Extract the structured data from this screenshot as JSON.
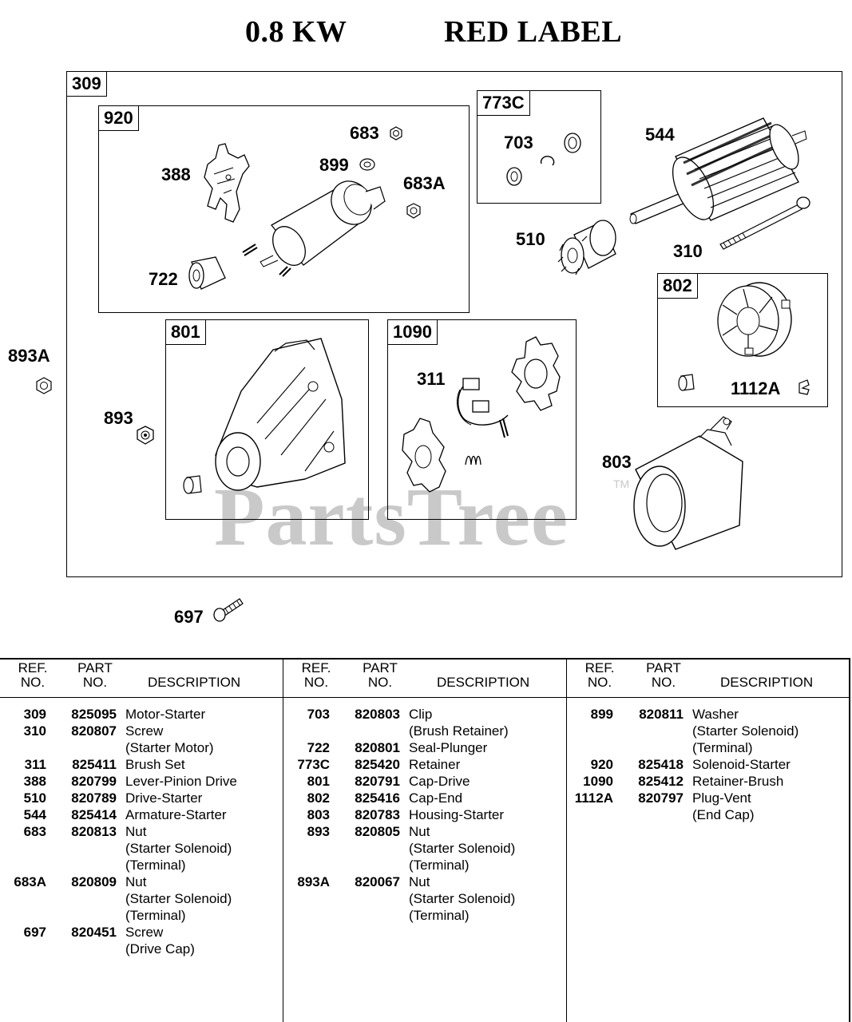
{
  "header": {
    "kw": "0.8 KW",
    "label": "RED LABEL"
  },
  "diagram": {
    "tags": {
      "t309": "309",
      "t920": "920",
      "t773c": "773C",
      "t801": "801",
      "t1090": "1090",
      "t802": "802"
    },
    "labels": {
      "l683": "683",
      "l899": "899",
      "l683a": "683A",
      "l388": "388",
      "l722": "722",
      "l703": "703",
      "l544": "544",
      "l510": "510",
      "l310": "310",
      "l893a": "893A",
      "l893": "893",
      "l311": "311",
      "l1112a": "1112A",
      "l803": "803",
      "l697": "697"
    },
    "watermark": "PartsTree",
    "trademark": "TM"
  },
  "table": {
    "headers": {
      "ref1": "REF.",
      "ref2": "NO.",
      "part1": "PART",
      "part2": "NO.",
      "desc": "DESCRIPTION"
    },
    "columns": [
      [
        {
          "ref": "309",
          "part": "825095",
          "desc": [
            "Motor-Starter"
          ]
        },
        {
          "ref": "310",
          "part": "820807",
          "desc": [
            "Screw",
            "(Starter Motor)"
          ]
        },
        {
          "ref": "311",
          "part": "825411",
          "desc": [
            "Brush Set"
          ]
        },
        {
          "ref": "388",
          "part": "820799",
          "desc": [
            "Lever-Pinion Drive"
          ]
        },
        {
          "ref": "510",
          "part": "820789",
          "desc": [
            "Drive-Starter"
          ]
        },
        {
          "ref": "544",
          "part": "825414",
          "desc": [
            "Armature-Starter"
          ]
        },
        {
          "ref": "683",
          "part": "820813",
          "desc": [
            "Nut",
            "(Starter Solenoid)",
            "(Terminal)"
          ]
        },
        {
          "ref": "683A",
          "part": "820809",
          "desc": [
            "Nut",
            "(Starter Solenoid)",
            "(Terminal)"
          ]
        },
        {
          "ref": "697",
          "part": "820451",
          "desc": [
            "Screw",
            "(Drive Cap)"
          ]
        }
      ],
      [
        {
          "ref": "703",
          "part": "820803",
          "desc": [
            "Clip",
            "(Brush Retainer)"
          ]
        },
        {
          "ref": "722",
          "part": "820801",
          "desc": [
            "Seal-Plunger"
          ]
        },
        {
          "ref": "773C",
          "part": "825420",
          "desc": [
            "Retainer"
          ]
        },
        {
          "ref": "801",
          "part": "820791",
          "desc": [
            "Cap-Drive"
          ]
        },
        {
          "ref": "802",
          "part": "825416",
          "desc": [
            "Cap-End"
          ]
        },
        {
          "ref": "803",
          "part": "820783",
          "desc": [
            "Housing-Starter"
          ]
        },
        {
          "ref": "893",
          "part": "820805",
          "desc": [
            "Nut",
            "(Starter Solenoid)",
            "(Terminal)"
          ]
        },
        {
          "ref": "893A",
          "part": "820067",
          "desc": [
            "Nut",
            "(Starter Solenoid)",
            "(Terminal)"
          ]
        }
      ],
      [
        {
          "ref": "899",
          "part": "820811",
          "desc": [
            "Washer",
            "(Starter Solenoid)",
            "(Terminal)"
          ]
        },
        {
          "ref": "920",
          "part": "825418",
          "desc": [
            "Solenoid-Starter"
          ]
        },
        {
          "ref": "1090",
          "part": "825412",
          "desc": [
            "Retainer-Brush"
          ]
        },
        {
          "ref": "1112A",
          "part": "820797",
          "desc": [
            "Plug-Vent",
            "(End Cap)"
          ]
        }
      ]
    ]
  }
}
